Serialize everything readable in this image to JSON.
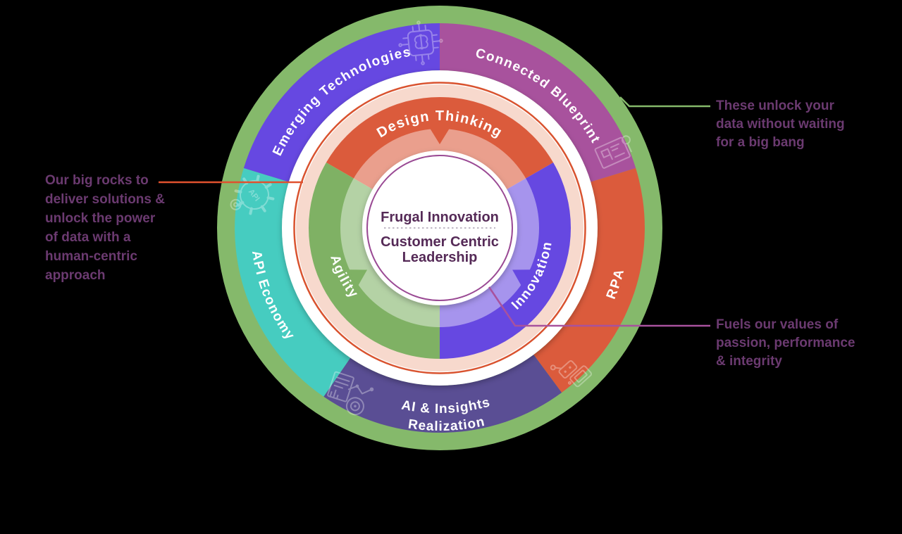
{
  "canvas": {
    "background": "#000000"
  },
  "center": {
    "title": "Frugal Innovation",
    "subtitle_line1": "Customer Centric",
    "subtitle_line2": "Leadership",
    "ring_color": "#9A4A94",
    "text_color": "#552A57",
    "divider_color": "#ABA0B3"
  },
  "inner_ring": {
    "border_color": "#D9532F",
    "band_color": "#F7D9CD",
    "segments": [
      {
        "label": "Design Thinking",
        "color": "#DB5B3C"
      },
      {
        "label": "Innovation",
        "color": "#6648E1"
      },
      {
        "label": "Agility",
        "color": "#7FB164"
      }
    ]
  },
  "outer_ring": {
    "rim_color": "#85B96B",
    "segments": [
      {
        "label": "Emerging Technologies",
        "color": "#6648E1",
        "icon": "chip-brain"
      },
      {
        "label": "Connected Blueprint",
        "color": "#A8529D",
        "icon": "blueprint"
      },
      {
        "label": "RPA",
        "color": "#DB5B3C",
        "icon": "robot"
      },
      {
        "label": "AI & Insights",
        "label_line2": "Realization",
        "color": "#5A4E94",
        "icon": "analytics"
      },
      {
        "label": "API Economy",
        "color": "#46CCC0",
        "icon": "api-gear",
        "icon_text": "API"
      }
    ]
  },
  "annotations": [
    {
      "text": "Our big rocks to\ndeliver solutions &\nunlock the power\nof data with a\nhuman-centric\napproach",
      "line_color": "#E0512E"
    },
    {
      "text": "These unlock your\ndata without waiting\nfor a big bang",
      "line_color": "#85B96B"
    },
    {
      "text": "Fuels our values of\npassion, performance\n& integrity",
      "line_color": "#A8529D"
    }
  ],
  "annotation_text_color": "#6B3A70"
}
